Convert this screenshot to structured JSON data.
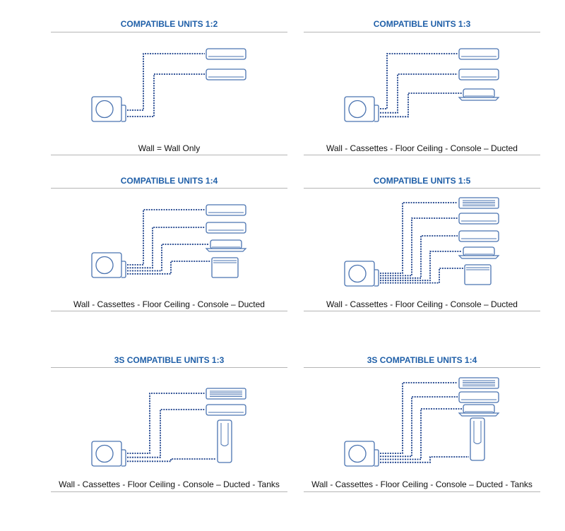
{
  "colors": {
    "accent": "#1f5fa8",
    "line": "#1a3f8a",
    "outline": "#4a73b0"
  },
  "panels": [
    {
      "title": "COMPATIBLE UNITS 1:2",
      "caption": "Wall = Wall Only",
      "units": [
        "wall",
        "wall"
      ]
    },
    {
      "title": "COMPATIBLE UNITS 1:3",
      "caption": "Wall - Cassettes - Floor Ceiling - Console – Ducted",
      "units": [
        "wall",
        "wall",
        "cassette"
      ]
    },
    {
      "title": "COMPATIBLE UNITS 1:4",
      "caption": "Wall - Cassettes - Floor Ceiling - Console – Ducted",
      "units": [
        "wall",
        "wall",
        "cassette",
        "console"
      ]
    },
    {
      "title": "COMPATIBLE UNITS 1:5",
      "caption": "Wall - Cassettes - Floor Ceiling - Console – Ducted",
      "units": [
        "ducted",
        "wall",
        "wall",
        "cassette",
        "console"
      ]
    },
    {
      "title": "3S COMPATIBLE UNITS 1:3",
      "caption": "Wall - Cassettes - Floor Ceiling - Console – Ducted - Tanks",
      "units": [
        "ducted",
        "wall",
        "tank"
      ]
    },
    {
      "title": "3S COMPATIBLE UNITS 1:4",
      "caption": "Wall - Cassettes - Floor Ceiling - Console – Ducted - Tanks",
      "units": [
        "ducted",
        "wall",
        "cassette",
        "tank"
      ]
    }
  ]
}
